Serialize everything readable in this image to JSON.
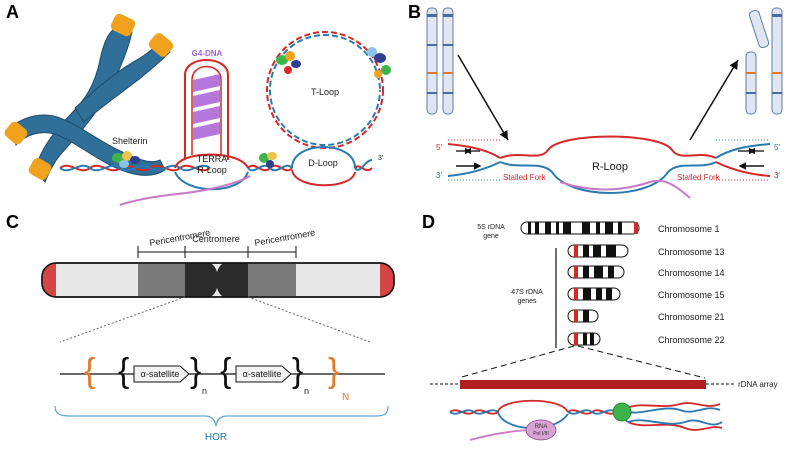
{
  "panels": {
    "a": {
      "letter": "A",
      "labels": {
        "g4": "G4-DNA",
        "tloop": "T-Loop",
        "shelterin": "Shelterin",
        "terra_line1": "TERRA",
        "terra_line2": "R-Loop",
        "dloop": "D-Loop",
        "three_prime": "3'"
      }
    },
    "b": {
      "letter": "B",
      "labels": {
        "five_prime_left": "5'",
        "three_prime_left": "3'",
        "five_prime_right": "5'",
        "three_prime_right": "3'",
        "rloop": "R-Loop",
        "stalled_left": "Stalled Fork",
        "stalled_right": "Stalled Fork"
      }
    },
    "c": {
      "letter": "C",
      "labels": {
        "pericentromere_left": "Pericentromere",
        "centromere": "Centromere",
        "pericentromere_right": "Pericentromere",
        "alpha_satellite_1": "α-satellite",
        "alpha_satellite_2": "α-satellite",
        "n_small_1": "n",
        "n_small_2": "n",
        "n_big": "N",
        "hor": "HOR"
      }
    },
    "d": {
      "letter": "D",
      "labels": {
        "five_s_line1": "5S rDNA",
        "five_s_line2": "gene",
        "fortyseven_line1": "47S rDNA",
        "fortyseven_line2": "genes",
        "rdna_array": "rDNA array",
        "rna_pol_line1": "RNA",
        "rna_pol_line2": "Pol I/III"
      },
      "chromosomes": [
        "Chromosome 1",
        "Chromosome 13",
        "Chromosome 14",
        "Chromosome 15",
        "Chromosome 21",
        "Chromosome 22"
      ]
    }
  },
  "colors": {
    "red_strand": "#d62828",
    "blue_strand": "#2a7ab0",
    "chromosome_blue": "#2f6f98",
    "telomere_orange": "#f0a21c",
    "g4_purple": "#a85fd6",
    "rna_pink": "#c879c6",
    "rdna_red": "#b21f1f",
    "protein_green": "#3cb44b",
    "hor_blue": "#5aa6d6",
    "n_orange": "#e07b2a"
  }
}
